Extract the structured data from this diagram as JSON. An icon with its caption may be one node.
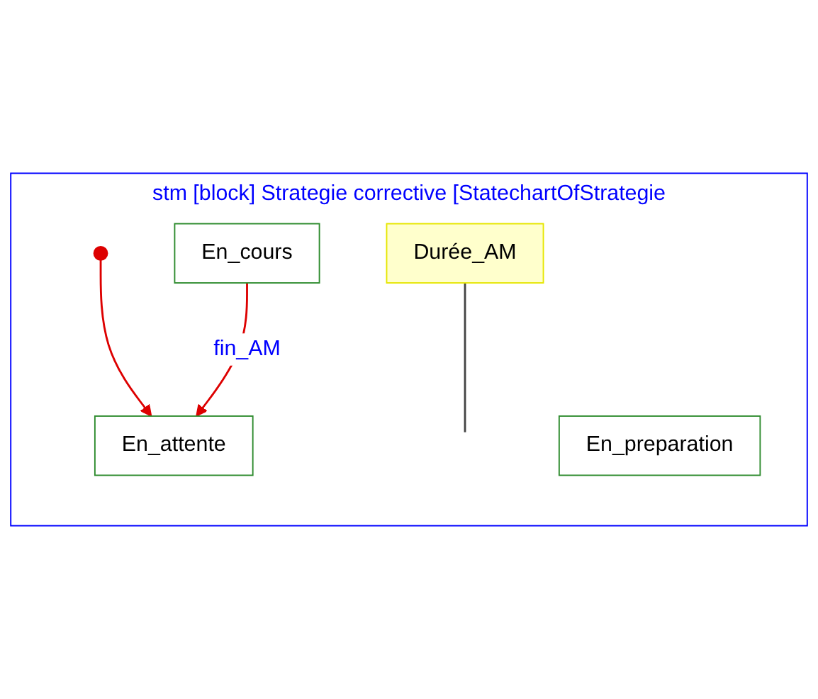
{
  "diagram": {
    "nodes": [
      {
        "text": [
          "stm [block] Strategie corrective [StatechartOfStrategie"
        ]
      },
      {
        "text": [],
        "shape": "circle",
        "in": 0
      },
      {
        "text": [
          "En_attente"
        ],
        "in": 0
      },
      {
        "text": [
          "En_preparation"
        ],
        "in": 0
      },
      {
        "text": [
          "Durée_AM"
        ],
        "in": 0
      },
      {
        "text": [
          "En_cours"
        ],
        "in": 0
      }
    ],
    "edges": [
      {
        "from": 1,
        "to": 2,
        "arrow": "to"
      },
      {
        "from": 5,
        "to": 2,
        "arrow": "to",
        "label": "fin_AM"
      },
      {
        "from": 4,
        "to": null,
        "arrow": "none",
        "color": "#444444"
      }
    ]
  }
}
